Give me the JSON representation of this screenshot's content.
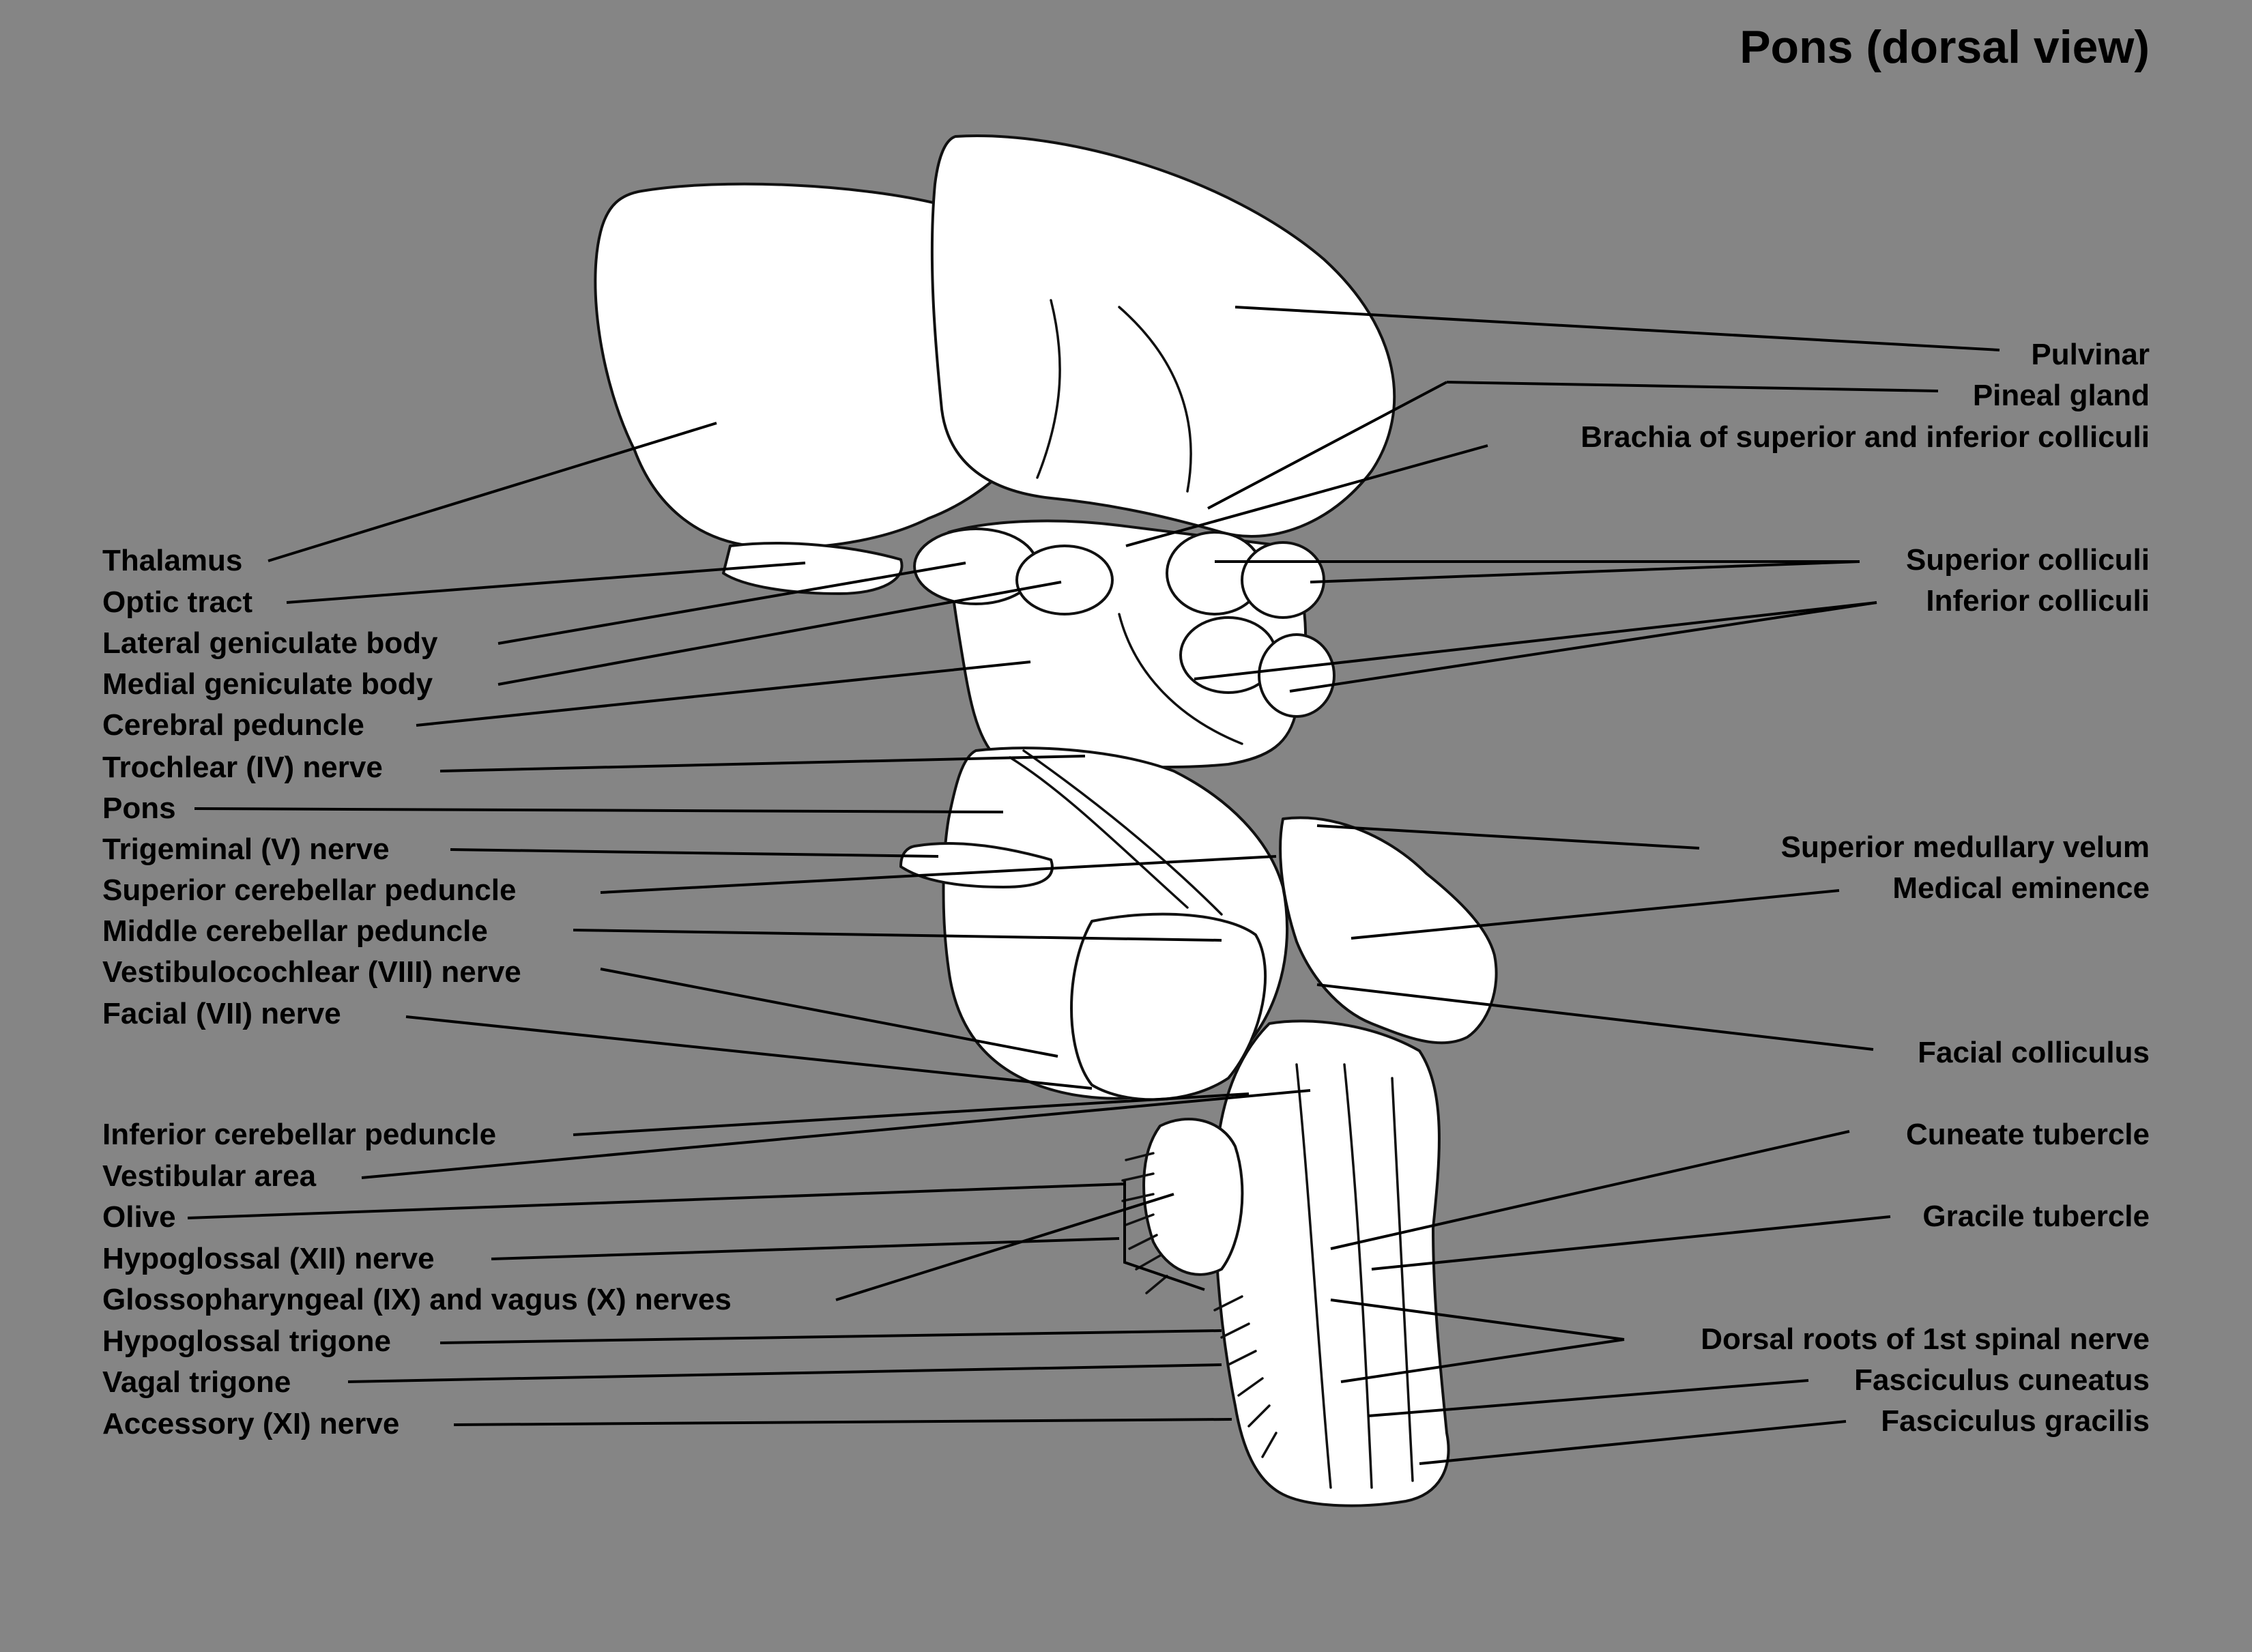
{
  "title": "Pons (dorsal view)",
  "labels_left": [
    "Thalamus",
    "Optic tract",
    "Lateral geniculate body",
    "Medial geniculate body",
    "Cerebral peduncle",
    "Trochlear (IV) nerve",
    "Pons",
    "Trigeminal (V) nerve",
    "Superior cerebellar peduncle",
    "Middle cerebellar peduncle",
    "Vestibulocochlear (VIII) nerve",
    "Facial (VII) nerve",
    "Inferior cerebellar peduncle",
    "Vestibular area",
    "Olive",
    "Hypoglossal (XII) nerve",
    "Glossopharyngeal (IX) and vagus (X) nerves",
    "Hypoglossal trigone",
    "Vagal trigone",
    "Accessory (XI) nerve"
  ],
  "labels_right": [
    "Pulvinar",
    "Pineal gland",
    "Brachia of superior and inferior colliculi",
    "Superior colliculi",
    "Inferior colliculi",
    "Superior medullary velum",
    "Medical eminence",
    "Facial colliculus",
    "Cuneate tubercle",
    "Gracile tubercle",
    "Dorsal roots of 1st spinal nerve",
    "Fasciculus cuneatus",
    "Fasciculus gracilis"
  ]
}
